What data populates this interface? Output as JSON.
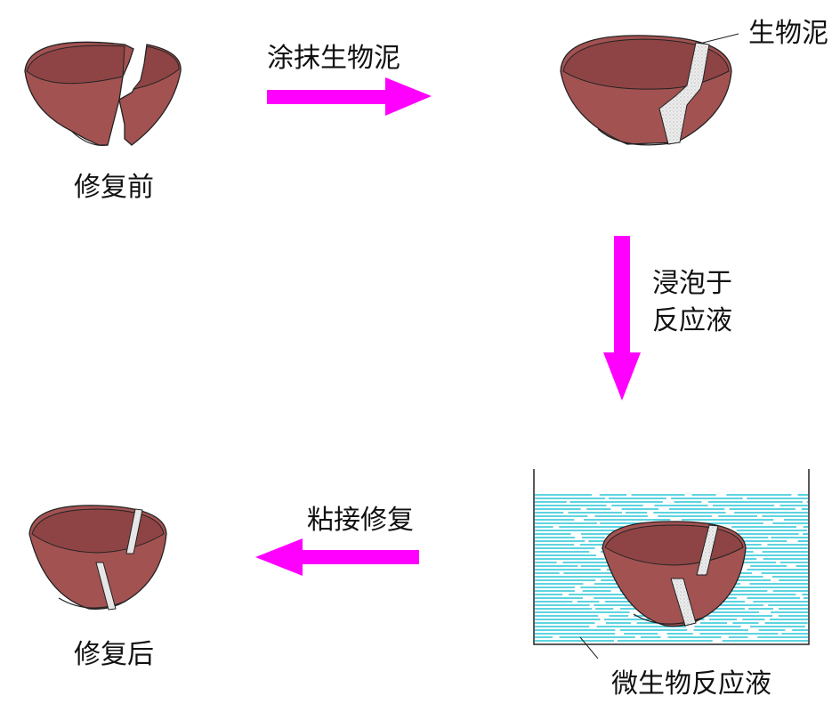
{
  "labels": {
    "before": "修复前",
    "apply_mud": "涂抹生物泥",
    "bio_mud": "生物泥",
    "soak_line1": "浸泡于",
    "soak_line2": "反应液",
    "bond_repair": "粘接修复",
    "after": "修复后",
    "micro_solution": "微生物反应液"
  },
  "colors": {
    "bowl": "#a35252",
    "bowl_dark": "#8e4444",
    "outline": "#222222",
    "arrow": "#ff00ff",
    "mud": "#e6e6e6",
    "water": "#29c6d6",
    "background": "#ffffff"
  },
  "icons": [
    "broken-bowl-icon",
    "mudded-bowl-icon",
    "repaired-bowl-icon",
    "arrow-right-icon",
    "arrow-down-icon",
    "arrow-left-icon",
    "solution-tank-icon"
  ]
}
